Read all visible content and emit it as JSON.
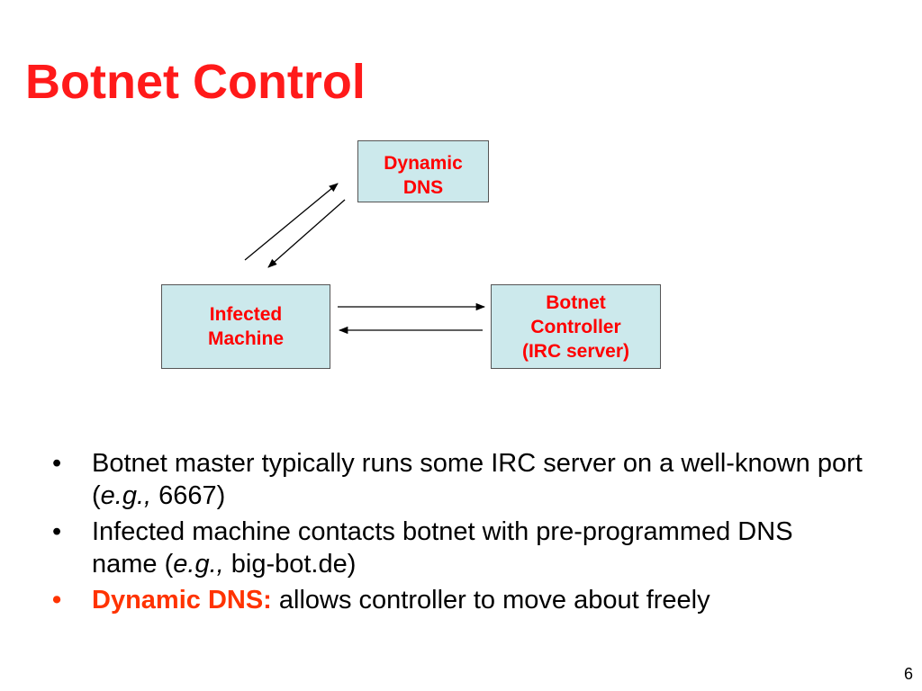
{
  "slide": {
    "title": "Botnet Control",
    "page_number": "6"
  },
  "diagram": {
    "nodes": {
      "dns": [
        "Dynamic",
        "DNS"
      ],
      "infected": [
        "Infected",
        "Machine"
      ],
      "controller": [
        "Botnet",
        "Controller",
        "(IRC server)"
      ]
    }
  },
  "bullets": [
    {
      "bullet": "•",
      "text_1": "Botnet master typically runs some IRC server on a well-known port (",
      "emphasis": "e.g.,",
      "text_2": " 6667)"
    },
    {
      "bullet": "•",
      "text_1": "Infected machine contacts botnet with pre-programmed DNS name (",
      "emphasis": "e.g.,",
      "text_2": " big-bot.de)"
    },
    {
      "bullet": "•",
      "label": "Dynamic DNS:",
      "text": " allows controller to move about freely"
    }
  ],
  "colors": {
    "title": "#ff1a1a",
    "box_fill": "#cce9ec",
    "box_text": "#ff0000",
    "highlight": "#ff3300"
  }
}
